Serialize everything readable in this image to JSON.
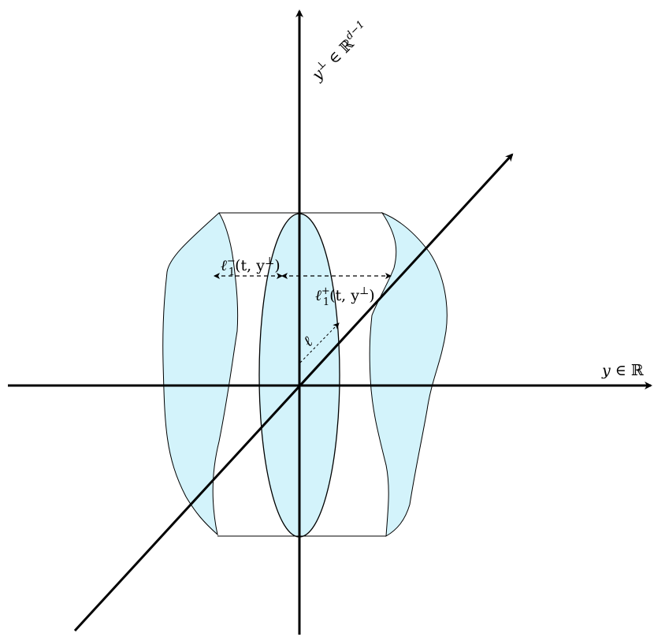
{
  "labels": {
    "y_axis": {
      "var": "y",
      "rel": " ∈ ",
      "set": "ℝ"
    },
    "y_perp_axis": {
      "var": "y",
      "sup": "⊥",
      "rel": " ∈ ",
      "set": "ℝ",
      "exp": "d−1"
    },
    "ell": "ℓ",
    "ell_minus": {
      "base": "ℓ",
      "sup": "−",
      "sub": "1",
      "args": "(t, y",
      "args_sup": "⊥",
      "close": ")"
    },
    "ell_plus": {
      "base": "ℓ",
      "sup": "+",
      "sub": "1",
      "args": "(t, y",
      "args_sup": "⊥",
      "close": ")"
    }
  },
  "colors": {
    "fill": "#d3f3fb",
    "stroke": "#000000"
  }
}
